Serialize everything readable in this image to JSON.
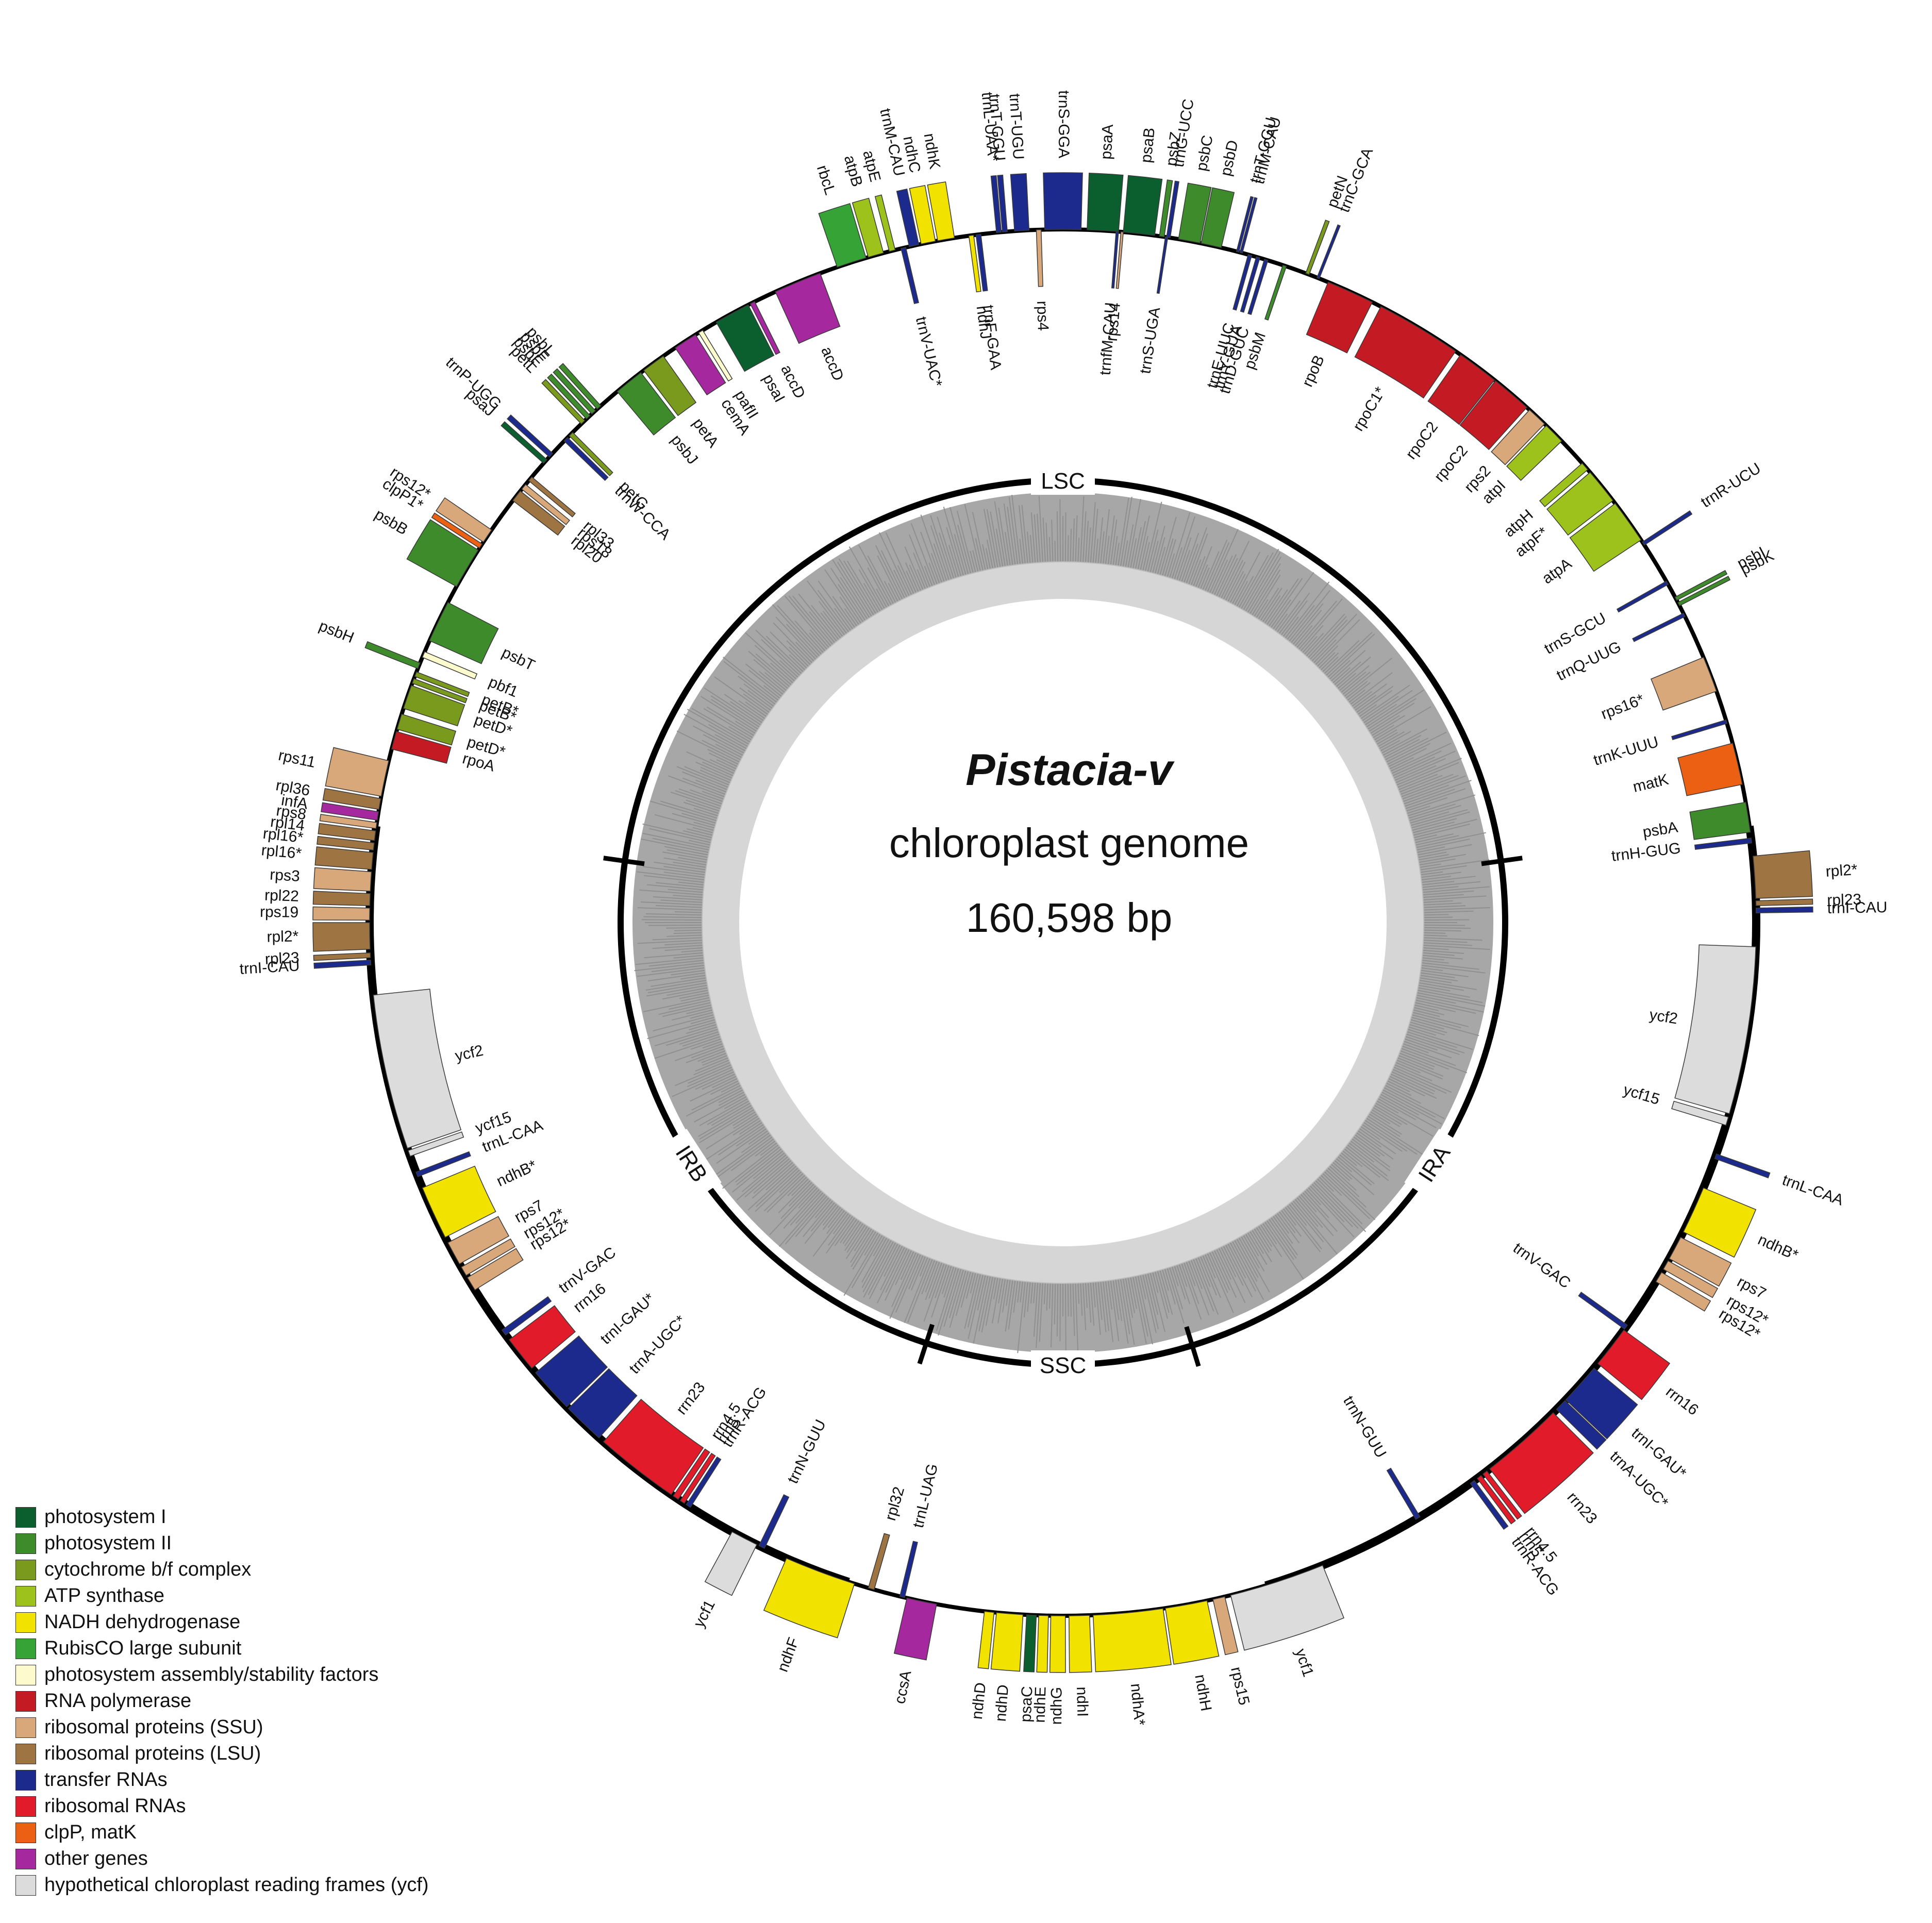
{
  "title": {
    "species": "Pistacia-v",
    "genome_type": "chloroplast genome",
    "size": "160,598 bp"
  },
  "regions": [
    "LSC",
    "IRA",
    "SSC",
    "IRB"
  ],
  "colors": {
    "photosystem_I": "#0b5e2d",
    "photosystem_II": "#3d8b2a",
    "cytochrome": "#7a9a1e",
    "atp": "#9cc21b",
    "ndh": "#f2e200",
    "rubisco": "#36a336",
    "assembly": "#fdfbcd",
    "rna_pol": "#c41a24",
    "rp_ssu": "#d9a87a",
    "rp_lsu": "#9e7442",
    "trna": "#1b2a8c",
    "rrna": "#e21b2b",
    "clpP_matK": "#ec6014",
    "other": "#a5289e",
    "ycf": "#dcdcdc"
  },
  "genes": [
    {
      "name": "psaA",
      "cat": "photosystem_I"
    },
    {
      "name": "psaB",
      "cat": "photosystem_I"
    },
    {
      "name": "psbC",
      "cat": "photosystem_II"
    },
    {
      "name": "psbD",
      "cat": "photosystem_II"
    },
    {
      "name": "psbZ",
      "cat": "photosystem_II"
    },
    {
      "name": "trnG-UCC",
      "cat": "trna"
    },
    {
      "name": "rps14",
      "cat": "rp_ssu"
    },
    {
      "name": "trnfM-CAU",
      "cat": "trna"
    },
    {
      "name": "trnS-UGA",
      "cat": "trna"
    },
    {
      "name": "trnT-GGU",
      "cat": "trna"
    },
    {
      "name": "trnM-CAU",
      "cat": "trna"
    },
    {
      "name": "trnE-UUC",
      "cat": "trna"
    },
    {
      "name": "trnY-GUA",
      "cat": "trna"
    },
    {
      "name": "trnD-GUC",
      "cat": "trna"
    },
    {
      "name": "psbM",
      "cat": "photosystem_II"
    },
    {
      "name": "petN",
      "cat": "cytochrome"
    },
    {
      "name": "trnC-GCA",
      "cat": "trna"
    },
    {
      "name": "rpoB",
      "cat": "rna_pol"
    },
    {
      "name": "rpoC1*",
      "cat": "rna_pol"
    },
    {
      "name": "rpoC2",
      "cat": "rna_pol"
    },
    {
      "name": "rpoC2",
      "cat": "rna_pol"
    },
    {
      "name": "rps2",
      "cat": "rp_ssu"
    },
    {
      "name": "atpI",
      "cat": "atp"
    },
    {
      "name": "atpH",
      "cat": "atp"
    },
    {
      "name": "atpF*",
      "cat": "atp"
    },
    {
      "name": "atpA",
      "cat": "atp"
    },
    {
      "name": "trnR-UCU",
      "cat": "trna"
    },
    {
      "name": "psbI",
      "cat": "photosystem_II"
    },
    {
      "name": "psbK",
      "cat": "photosystem_II"
    },
    {
      "name": "trnS-GCU",
      "cat": "trna"
    },
    {
      "name": "trnQ-UUG",
      "cat": "trna"
    },
    {
      "name": "rps16*",
      "cat": "rp_ssu"
    },
    {
      "name": "trnK-UUU",
      "cat": "trna"
    },
    {
      "name": "matK",
      "cat": "clpP_matK"
    },
    {
      "name": "psbA",
      "cat": "photosystem_II"
    },
    {
      "name": "trnH-GUG",
      "cat": "trna"
    },
    {
      "name": "rpl2*",
      "cat": "rp_lsu"
    },
    {
      "name": "rpl23",
      "cat": "rp_lsu"
    },
    {
      "name": "trnI-CAU",
      "cat": "trna"
    },
    {
      "name": "ycf2",
      "cat": "ycf"
    },
    {
      "name": "ycf15",
      "cat": "ycf"
    },
    {
      "name": "trnL-CAA",
      "cat": "trna"
    },
    {
      "name": "ndhB*",
      "cat": "ndh"
    },
    {
      "name": "rps7",
      "cat": "rp_ssu"
    },
    {
      "name": "rps12*",
      "cat": "rp_ssu"
    },
    {
      "name": "rps12*",
      "cat": "rp_ssu"
    },
    {
      "name": "trnV-GAC",
      "cat": "trna"
    },
    {
      "name": "rrn16",
      "cat": "rrna"
    },
    {
      "name": "trnI-GAU*",
      "cat": "trna"
    },
    {
      "name": "trnA-UGC*",
      "cat": "trna"
    },
    {
      "name": "rrn23",
      "cat": "rrna"
    },
    {
      "name": "rrn4.5",
      "cat": "rrna"
    },
    {
      "name": "rrn5",
      "cat": "rrna"
    },
    {
      "name": "trnR-ACG",
      "cat": "trna"
    },
    {
      "name": "trnN-GUU",
      "cat": "trna"
    },
    {
      "name": "ycf1",
      "cat": "ycf"
    },
    {
      "name": "rps15",
      "cat": "rp_ssu"
    },
    {
      "name": "ndhH",
      "cat": "ndh"
    },
    {
      "name": "ndhA*",
      "cat": "ndh"
    },
    {
      "name": "ndhI",
      "cat": "ndh"
    },
    {
      "name": "ndhG",
      "cat": "ndh"
    },
    {
      "name": "ndhE",
      "cat": "ndh"
    },
    {
      "name": "psaC",
      "cat": "photosystem_I"
    },
    {
      "name": "ndhD",
      "cat": "ndh"
    },
    {
      "name": "ndhD",
      "cat": "ndh"
    },
    {
      "name": "ccsA",
      "cat": "other"
    },
    {
      "name": "trnL-UAG",
      "cat": "trna"
    },
    {
      "name": "rpl32",
      "cat": "rp_lsu"
    },
    {
      "name": "ndhF",
      "cat": "ndh"
    },
    {
      "name": "trnN-GUU",
      "cat": "trna"
    },
    {
      "name": "ycf1",
      "cat": "ycf"
    },
    {
      "name": "trnR-ACG",
      "cat": "trna"
    },
    {
      "name": "rrn5",
      "cat": "rrna"
    },
    {
      "name": "rrn4.5",
      "cat": "rrna"
    },
    {
      "name": "rrn23",
      "cat": "rrna"
    },
    {
      "name": "trnA-UGC*",
      "cat": "trna"
    },
    {
      "name": "trnI-GAU*",
      "cat": "trna"
    },
    {
      "name": "rrn16",
      "cat": "rrna"
    },
    {
      "name": "trnV-GAC",
      "cat": "trna"
    },
    {
      "name": "rps12*",
      "cat": "rp_ssu"
    },
    {
      "name": "rps12*",
      "cat": "rp_ssu"
    },
    {
      "name": "rps7",
      "cat": "rp_ssu"
    },
    {
      "name": "ndhB*",
      "cat": "ndh"
    },
    {
      "name": "trnL-CAA",
      "cat": "trna"
    },
    {
      "name": "ycf15",
      "cat": "ycf"
    },
    {
      "name": "ycf2",
      "cat": "ycf"
    },
    {
      "name": "trnI-CAU",
      "cat": "trna"
    },
    {
      "name": "rpl23",
      "cat": "rp_lsu"
    },
    {
      "name": "rpl2*",
      "cat": "rp_lsu"
    },
    {
      "name": "rps19",
      "cat": "rp_ssu"
    },
    {
      "name": "rpl22",
      "cat": "rp_lsu"
    },
    {
      "name": "rps3",
      "cat": "rp_ssu"
    },
    {
      "name": "rpl16*",
      "cat": "rp_lsu"
    },
    {
      "name": "rpl16*",
      "cat": "rp_lsu"
    },
    {
      "name": "rpl14",
      "cat": "rp_lsu"
    },
    {
      "name": "rps8",
      "cat": "rp_ssu"
    },
    {
      "name": "infA",
      "cat": "other"
    },
    {
      "name": "rpl36",
      "cat": "rp_lsu"
    },
    {
      "name": "rps11",
      "cat": "rp_ssu"
    },
    {
      "name": "rpoA",
      "cat": "rna_pol"
    },
    {
      "name": "petD*",
      "cat": "cytochrome"
    },
    {
      "name": "petD*",
      "cat": "cytochrome"
    },
    {
      "name": "petB*",
      "cat": "cytochrome"
    },
    {
      "name": "petB*",
      "cat": "cytochrome"
    },
    {
      "name": "psbH",
      "cat": "photosystem_II"
    },
    {
      "name": "pbf1",
      "cat": "assembly"
    },
    {
      "name": "psbT",
      "cat": "photosystem_II"
    },
    {
      "name": "psbB",
      "cat": "photosystem_II"
    },
    {
      "name": "clpP1*",
      "cat": "clpP_matK"
    },
    {
      "name": "rps12*",
      "cat": "rp_ssu"
    },
    {
      "name": "rpl20",
      "cat": "rp_lsu"
    },
    {
      "name": "rps18",
      "cat": "rp_ssu"
    },
    {
      "name": "rpl33",
      "cat": "rp_lsu"
    },
    {
      "name": "psaJ",
      "cat": "photosystem_I"
    },
    {
      "name": "trnP-UGG",
      "cat": "trna"
    },
    {
      "name": "trnW-CCA",
      "cat": "trna"
    },
    {
      "name": "petG",
      "cat": "cytochrome"
    },
    {
      "name": "petL",
      "cat": "cytochrome"
    },
    {
      "name": "psbE",
      "cat": "photosystem_II"
    },
    {
      "name": "psbF",
      "cat": "photosystem_II"
    },
    {
      "name": "psbL",
      "cat": "photosystem_II"
    },
    {
      "name": "psbJ",
      "cat": "photosystem_II"
    },
    {
      "name": "petA",
      "cat": "cytochrome"
    },
    {
      "name": "cemA",
      "cat": "other"
    },
    {
      "name": "pafII",
      "cat": "assembly"
    },
    {
      "name": "psaI",
      "cat": "photosystem_I"
    },
    {
      "name": "accD",
      "cat": "other"
    },
    {
      "name": "accD",
      "cat": "other"
    },
    {
      "name": "rbcL",
      "cat": "rubisco"
    },
    {
      "name": "atpB",
      "cat": "atp"
    },
    {
      "name": "atpE",
      "cat": "atp"
    },
    {
      "name": "trnV-UAC*",
      "cat": "trna"
    },
    {
      "name": "trnM-CAU",
      "cat": "trna"
    },
    {
      "name": "ndhC",
      "cat": "ndh"
    },
    {
      "name": "ndhK",
      "cat": "ndh"
    },
    {
      "name": "ndhJ",
      "cat": "ndh"
    },
    {
      "name": "trnF-GAA",
      "cat": "trna"
    },
    {
      "name": "trnL-UAA*",
      "cat": "trna"
    },
    {
      "name": "trnT-GGU",
      "cat": "trna"
    },
    {
      "name": "trnT-UGU",
      "cat": "trna"
    },
    {
      "name": "rps4",
      "cat": "rp_ssu"
    },
    {
      "name": "trnS-GGA",
      "cat": "trna"
    },
    {
      "name": "pafI*",
      "cat": "assembly"
    }
  ],
  "legend": [
    {
      "label": "photosystem I",
      "cat": "photosystem_I"
    },
    {
      "label": "photosystem II",
      "cat": "photosystem_II"
    },
    {
      "label": "cytochrome b/f complex",
      "cat": "cytochrome"
    },
    {
      "label": "ATP synthase",
      "cat": "atp"
    },
    {
      "label": "NADH dehydrogenase",
      "cat": "ndh"
    },
    {
      "label": "RubisCO large subunit",
      "cat": "rubisco"
    },
    {
      "label": "photosystem assembly/stability factors",
      "cat": "assembly"
    },
    {
      "label": "RNA polymerase",
      "cat": "rna_pol"
    },
    {
      "label": "ribosomal proteins (SSU)",
      "cat": "rp_ssu"
    },
    {
      "label": "ribosomal proteins (LSU)",
      "cat": "rp_lsu"
    },
    {
      "label": "transfer RNAs",
      "cat": "trna"
    },
    {
      "label": "ribosomal RNAs",
      "cat": "rrna"
    },
    {
      "label": "clpP, matK",
      "cat": "clpP_matK"
    },
    {
      "label": "other genes",
      "cat": "other"
    },
    {
      "label": "hypothetical chloroplast reading frames (ycf)",
      "cat": "ycf"
    }
  ]
}
